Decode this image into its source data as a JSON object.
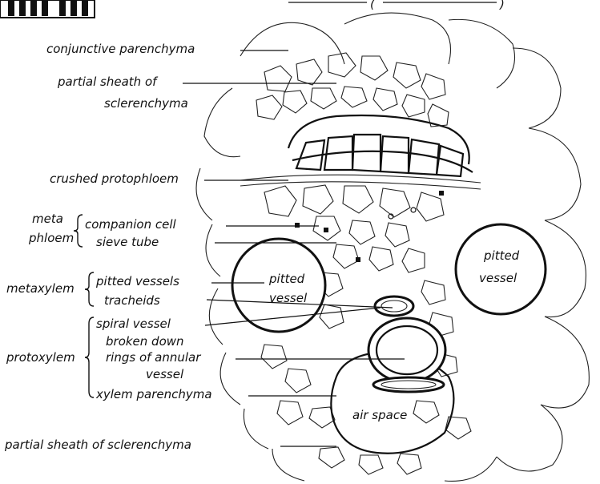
{
  "labels": {
    "conjunctive_parenchyma": "conjunctive parenchyma",
    "partial_sheath_top_1": "partial sheath of",
    "partial_sheath_top_2": "sclerenchyma",
    "crushed_protophloem": "crushed protophloem",
    "meta": "meta",
    "phloem": "phloem",
    "companion_cell": "companion cell",
    "sieve_tube": "sieve tube",
    "metaxylem": "metaxylem",
    "pitted_vessels": "pitted vessels",
    "tracheids": "tracheids",
    "protoxylem": "protoxylem",
    "spiral_vessel": "spiral vessel",
    "broken_down_1": "broken down",
    "broken_down_2": "rings of annular",
    "broken_down_3": "vessel",
    "xylem_parenchyma": "xylem parenchyma",
    "partial_sheath_bottom": "partial sheath of sclerenchyma",
    "left_vessel_1": "pitted",
    "left_vessel_2": "vessel",
    "right_vessel_1": "pitted",
    "right_vessel_2": "vessel",
    "air_space": "air space"
  }
}
